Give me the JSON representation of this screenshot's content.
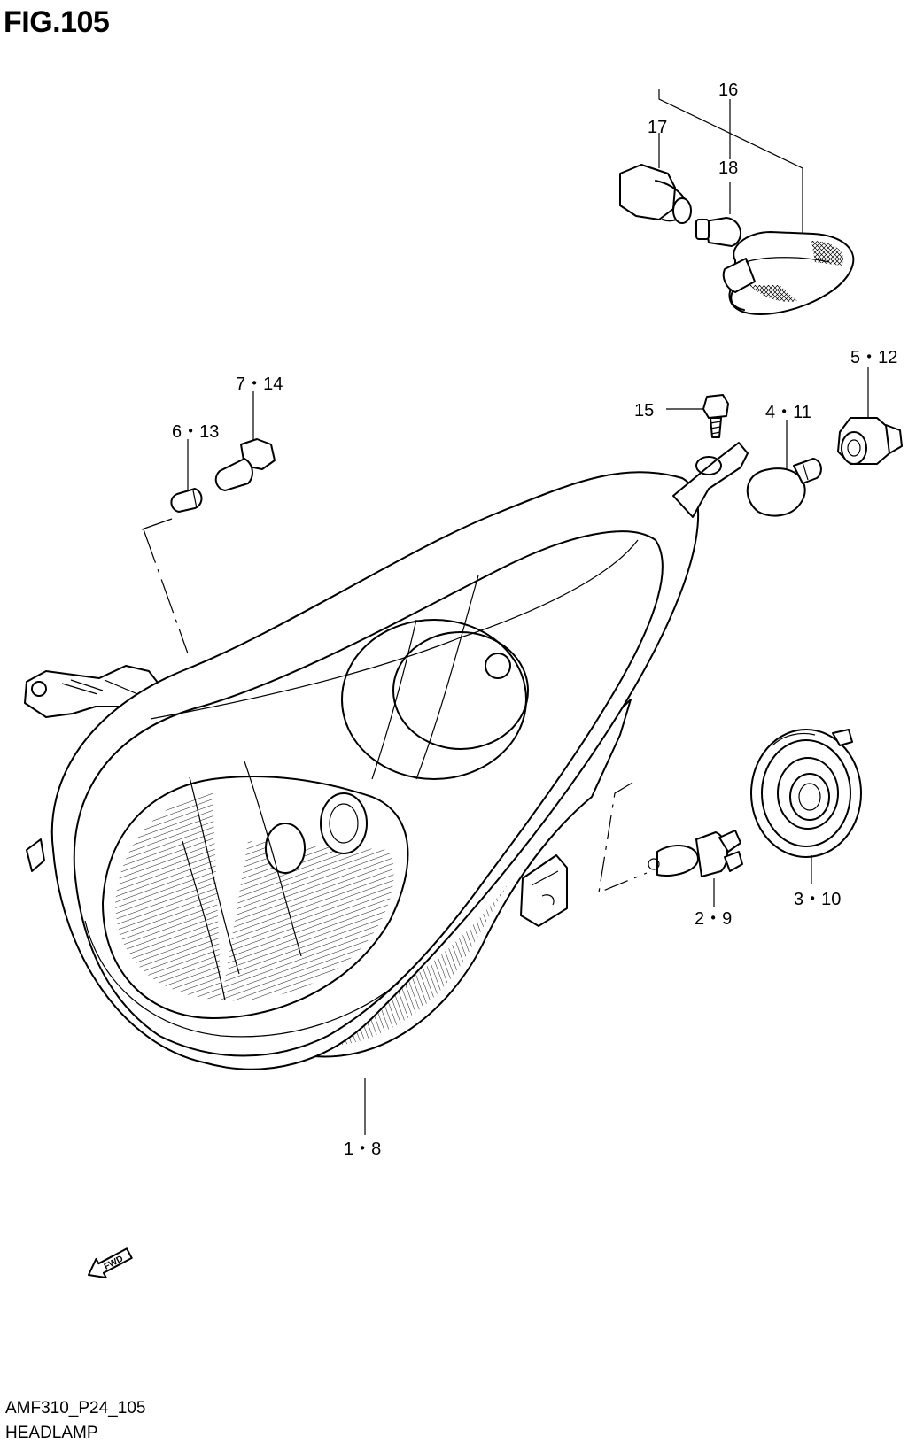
{
  "figure": {
    "title": "FIG.105",
    "code": "AMF310_P24_105",
    "name": "HEADLAMP",
    "fwd_label": "FWD"
  },
  "callouts": {
    "c16": "16",
    "c17": "17",
    "c18": "18",
    "c5_12": "5・12",
    "c7_14": "7・14",
    "c6_13": "6・13",
    "c15": "15",
    "c4_11": "4・11",
    "c3_10": "3・10",
    "c2_9": "2・9",
    "c1_8": "1・8"
  },
  "colors": {
    "line": "#000000",
    "background": "#ffffff"
  }
}
